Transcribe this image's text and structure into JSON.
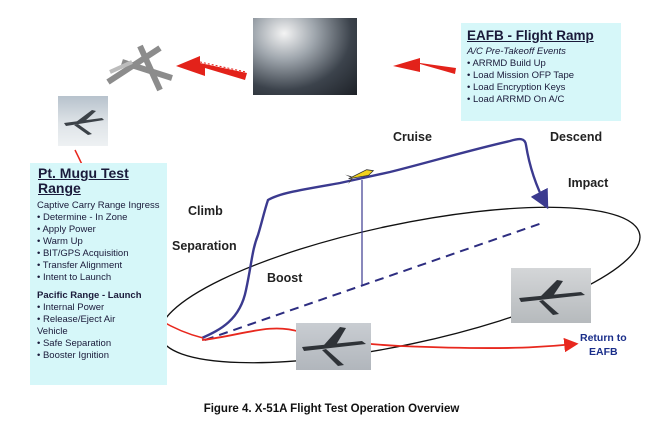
{
  "eafb": {
    "title": "EAFB - Flight Ramp",
    "subtitle": "A/C Pre-Takeoff Events",
    "items": [
      "• ARRMD Build Up",
      "• Load Mission OFP Tape",
      "• Load Encryption Keys",
      "• Load ARRMD On A/C"
    ]
  },
  "mugu": {
    "title": "Pt. Mugu Test Range",
    "ingress_head": "Captive Carry Range Ingress",
    "ingress_items": [
      "• Determine - In Zone",
      "• Apply Power",
      "• Warm Up",
      "• BIT/GPS Acquisition",
      "• Transfer Alignment",
      "• Intent to Launch"
    ],
    "launch_head": "Pacific Range - Launch",
    "launch_items": [
      "• Internal Power",
      "• Release/Eject Air",
      "Vehicle",
      "• Safe Separation",
      "• Booster Ignition"
    ]
  },
  "labels": {
    "cruise": "Cruise",
    "descend": "Descend",
    "impact": "Impact",
    "climb": "Climb",
    "separation": "Separation",
    "boost": "Boost",
    "return_line1": "Return to",
    "return_line2": "EAFB"
  },
  "caption": "Figure 4. X-51A Flight Test Operation Overview",
  "colors": {
    "box_fill": "#d6f7f9",
    "trajectory": "#3b3a8f",
    "red_path": "#e8281e",
    "arrow_red": "#e3221a",
    "ground_track": "#2d2d80",
    "ellipse": "#111111"
  },
  "icons": [
    "airfield-runway-icon",
    "return-arrow-icon",
    "x51a-vehicle-icon"
  ]
}
